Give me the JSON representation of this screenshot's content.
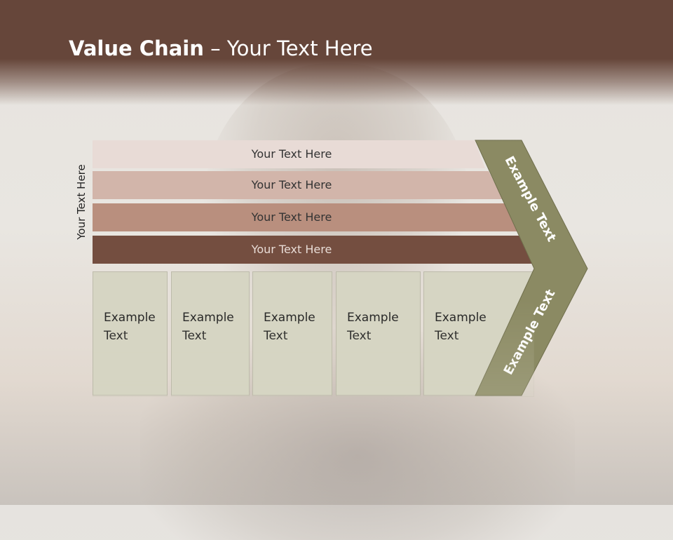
{
  "slide": {
    "title_bold": "Value Chain",
    "title_rest": " – Your Text Here",
    "side_label": "Your Text Here"
  },
  "bars": [
    {
      "label": "Your Text Here",
      "fill": "#e8dbd6",
      "text_color": "#333333"
    },
    {
      "label": "Your Text Here",
      "fill": "#d2b5aa",
      "text_color": "#333333"
    },
    {
      "label": "Your Text Here",
      "fill": "#b98f7e",
      "text_color": "#333333"
    },
    {
      "label": "Your Text Here",
      "fill": "#744e40",
      "text_color": "#e8dcd6"
    }
  ],
  "columns": [
    {
      "line1": "Example",
      "line2": "Text"
    },
    {
      "line1": "Example",
      "line2": "Text"
    },
    {
      "line1": "Example",
      "line2": "Text"
    },
    {
      "line1": "Example",
      "line2": "Text"
    },
    {
      "line1": "Example",
      "line2": "Text"
    }
  ],
  "chevron": {
    "upper_label": "Example Text",
    "lower_label": "Example Text",
    "fill": "#8b8a63"
  },
  "colors": {
    "title_band": "#66463a",
    "column_fill": "#d6d5c3"
  }
}
